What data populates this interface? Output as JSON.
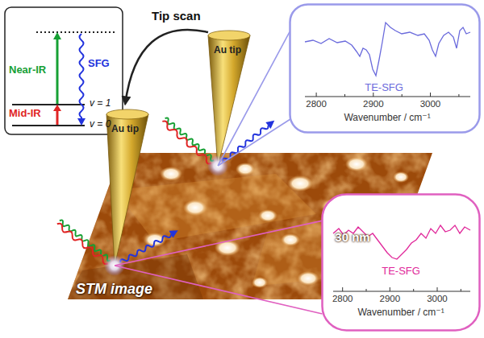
{
  "diagram": {
    "nodes": [
      {
        "text": [
          "Near-IR",
          "SFG",
          "Mid-IR",
          "v = 1",
          "v = 0"
        ]
      },
      {
        "text": [
          "TE-SFG",
          "2800",
          "2900",
          "3000",
          "Wavenumber / cm⁻¹"
        ]
      },
      {
        "text": [
          "Au tip"
        ]
      },
      {
        "text": [
          "Au tip"
        ]
      },
      {
        "text": [
          "30 nm",
          "STM image"
        ]
      },
      {
        "text": [
          "TE-SFG",
          "2800",
          "2900",
          "3000",
          "Wavenumber / cm⁻¹"
        ]
      }
    ],
    "edges": [
      {
        "from": 4,
        "to": 1,
        "arrow": "none"
      },
      {
        "from": 4,
        "to": 5,
        "arrow": "none"
      },
      {
        "from": 2,
        "to": 3,
        "arrow": "to",
        "label": "Tip scan"
      }
    ]
  }
}
